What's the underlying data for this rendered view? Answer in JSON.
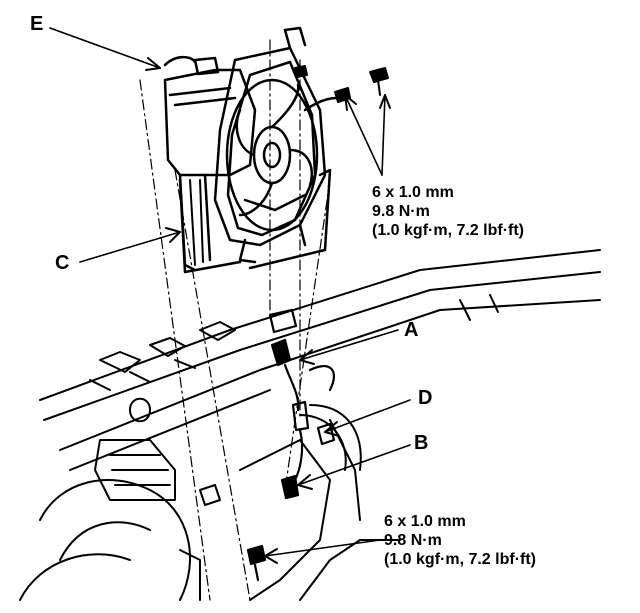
{
  "callouts": {
    "a": "A",
    "b": "B",
    "c": "C",
    "d": "D",
    "e": "E"
  },
  "upper_spec": {
    "size": "6 x 1.0 mm",
    "torque_nm": "9.8 N·m",
    "torque_alt": "(1.0 kgf·m, 7.2 lbf·ft)"
  },
  "lower_spec": {
    "size": "6 x 1.0 mm",
    "torque_nm": "9.8 N·m",
    "torque_alt": "(1.0 kgf·m, 7.2 lbf·ft)"
  }
}
